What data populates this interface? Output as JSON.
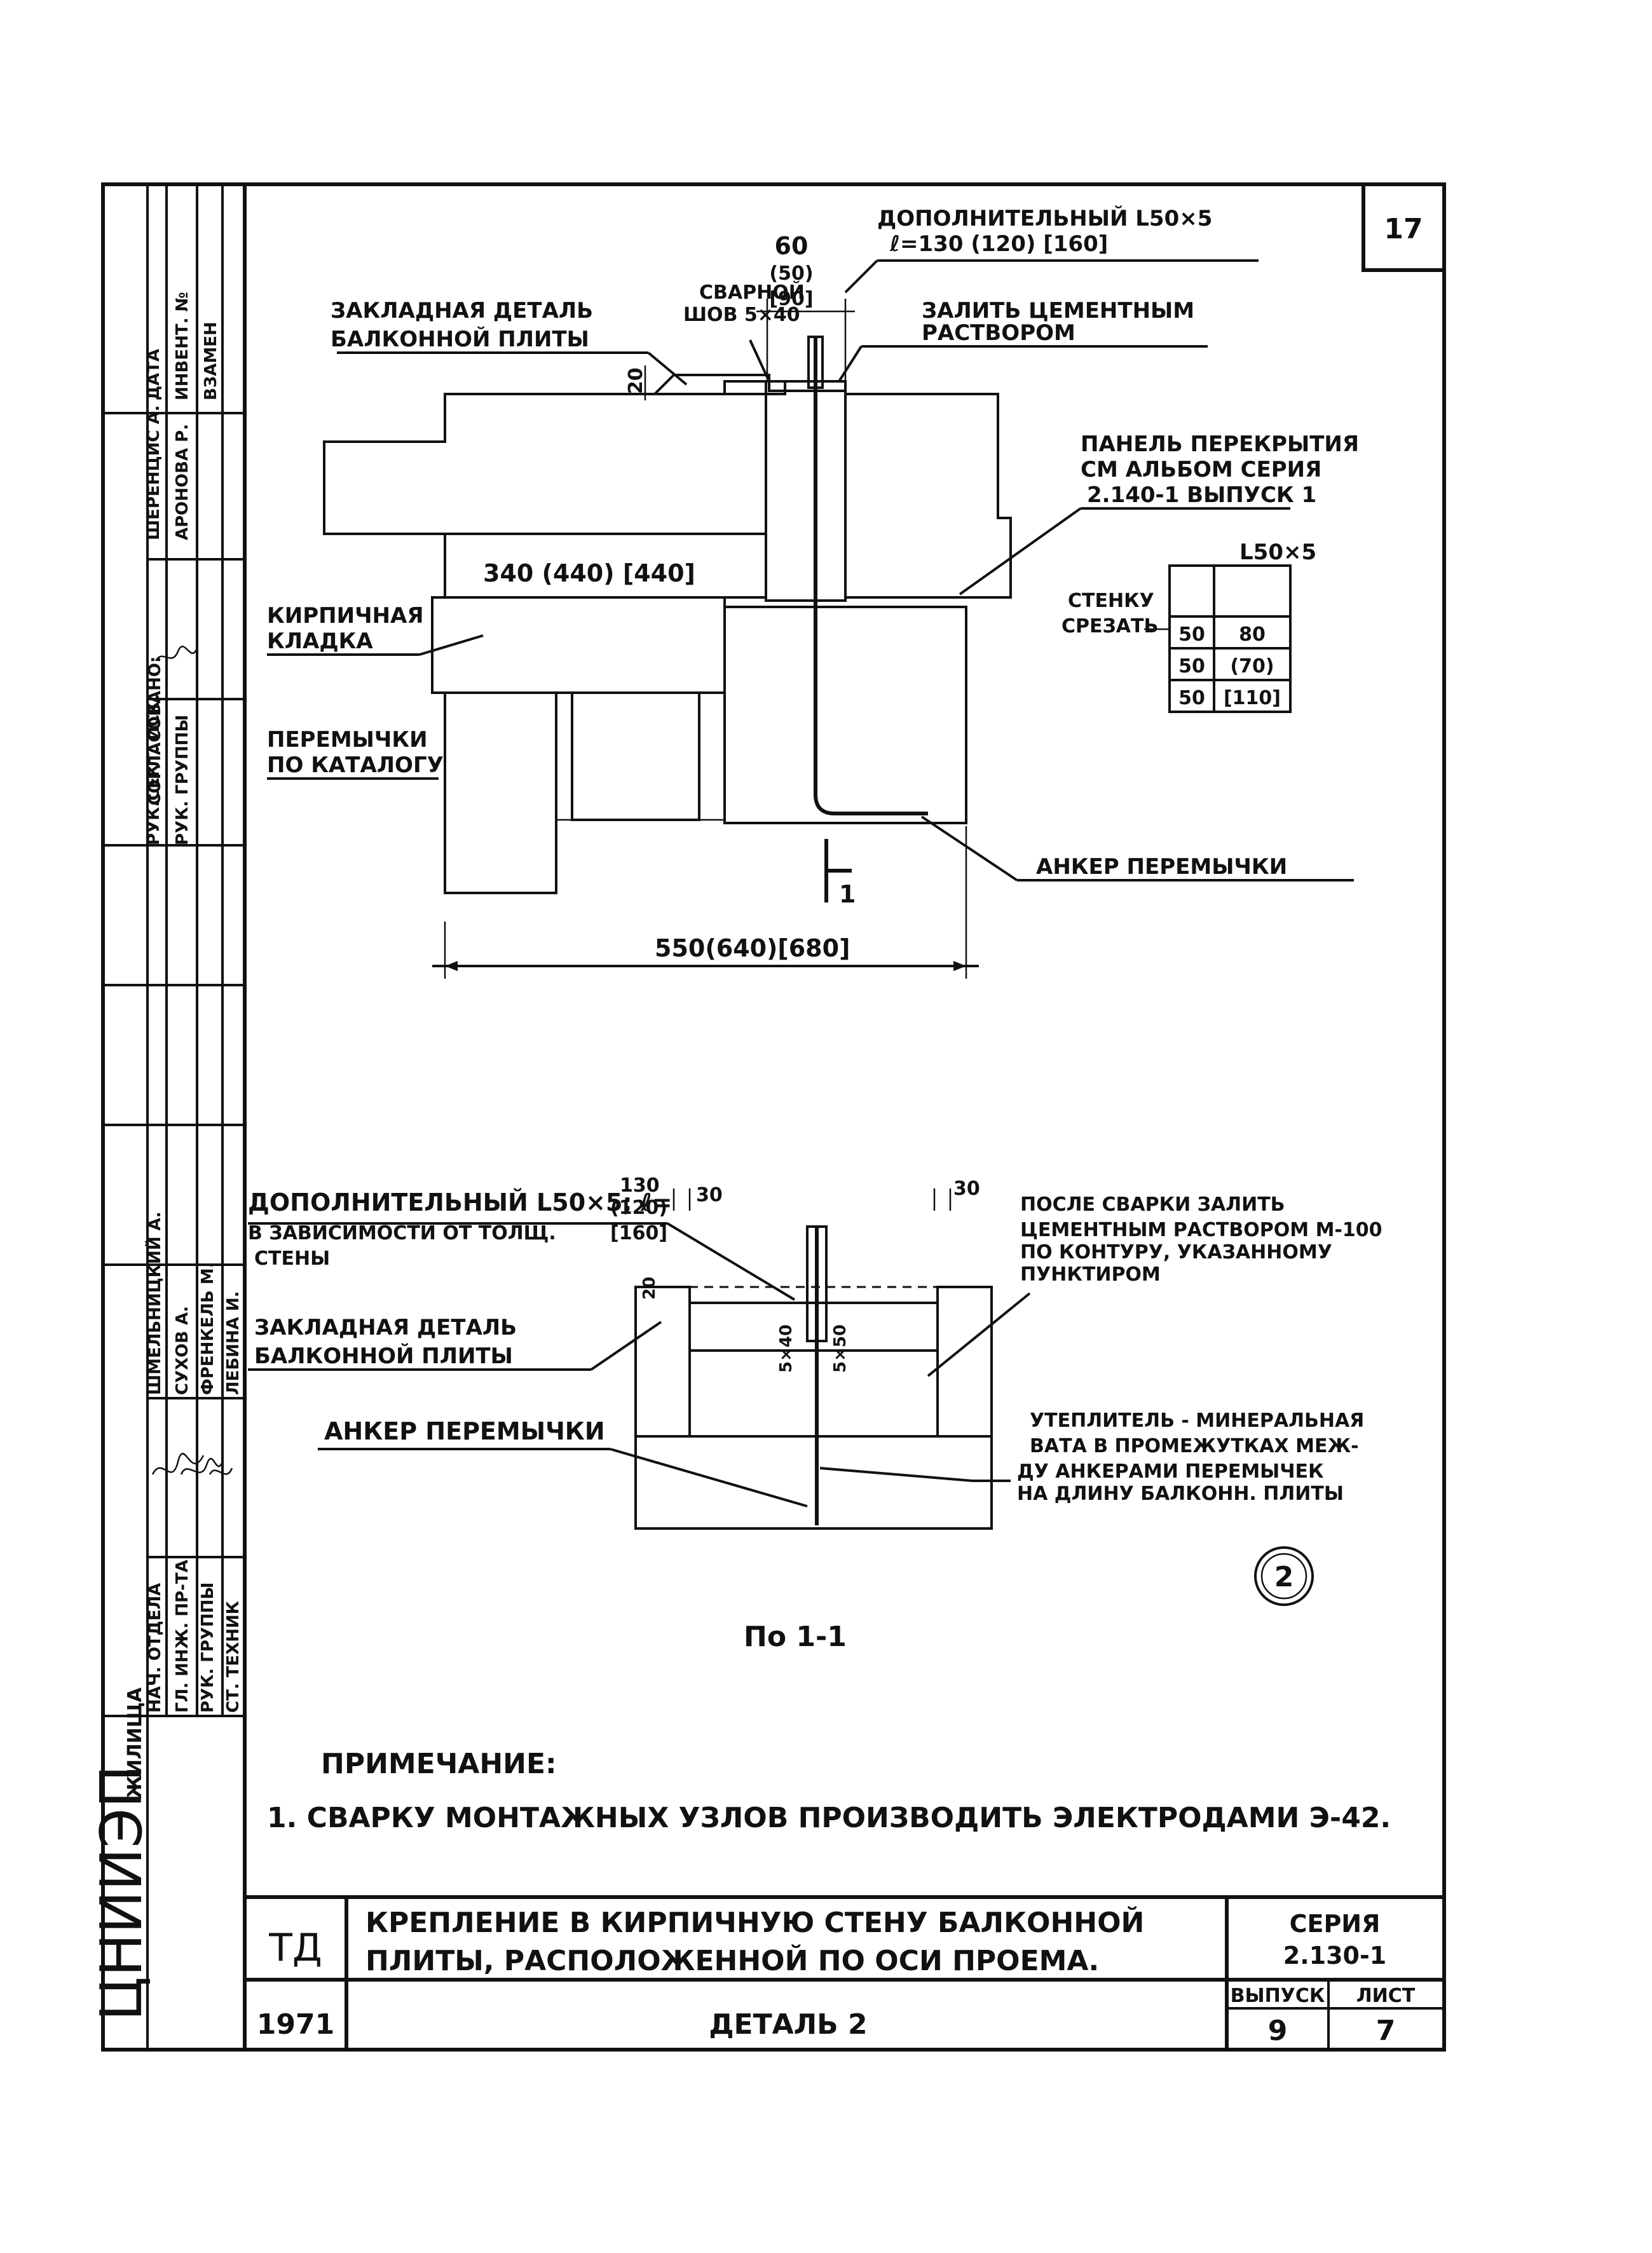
{
  "sheet": {
    "sheet_number": "17",
    "org": "ЦНИИЭП",
    "org_sub": "ЖИЛИЩА"
  },
  "stamp": {
    "approved_title": "СОГЛАСОВАНО:",
    "approved_rows": [
      {
        "role": "РУК.СЕКТ. ИСК.",
        "name": "ШЕРЕНЦИС А."
      },
      {
        "role": "РУК. ГРУППЫ",
        "name": "АРОНОВА Р."
      }
    ],
    "side_headers": [
      "ДАТА",
      "ИНВЕНТ. №",
      "ВЗАМЕН"
    ],
    "signers": [
      {
        "role": "НАЧ. ОТДЕЛА",
        "name": "ШМЕЛЬНИЦКИЙ А."
      },
      {
        "role": "ГЛ. ИНЖ. ПР-ТА",
        "name": "СУХОВ А."
      },
      {
        "role": "РУК. ГРУППЫ",
        "name": "ФРЕНКЕЛЬ М."
      },
      {
        "role": "СТ. ТЕХНИК",
        "name": "ЛЕБИНА И."
      }
    ]
  },
  "detail_top": {
    "dim_60": "60",
    "dim_50": "(50)",
    "dim_90": "[90]",
    "dim_20": "20",
    "label_additional": "ДОПОЛНИТЕЛЬНЫЙ L50×5",
    "label_additional_len": "ℓ=130 (120) [160]",
    "label_weld": "СВАРНОЙ",
    "label_weld2": "ШОВ 5×40",
    "label_embedded": "ЗАКЛАДНАЯ ДЕТАЛЬ",
    "label_embedded2": "БАЛКОННОЙ ПЛИТЫ",
    "label_pour": "ЗАЛИТЬ ЦЕМЕНТНЫМ",
    "label_pour2": "РАСТВОРОМ",
    "label_panel1": "ПАНЕЛЬ ПЕРЕКРЫТИЯ",
    "label_panel2": "СМ АЛЬБОМ СЕРИЯ",
    "label_panel3": "2.140-1 ВЫПУСК 1",
    "label_masonry1": "КИРПИЧНАЯ",
    "label_masonry2": "КЛАДКА",
    "label_lintels1": "ПЕРЕМЫЧКИ",
    "label_lintels2": "ПО КАТАЛОГУ",
    "dim_340": "340 (440) [440]",
    "dim_550": "550(640)[680]",
    "label_anchor": "АНКЕР ПЕРЕМЫЧКИ",
    "section_mark": "1"
  },
  "table": {
    "header": "L50×5",
    "side1": "СТЕНКУ",
    "side2": "СРЕЗАТЬ",
    "rows": [
      [
        "50",
        "80"
      ],
      [
        "50",
        "(70)"
      ],
      [
        "50",
        "[110]"
      ]
    ]
  },
  "detail_bottom": {
    "label_additional": "ДОПОЛНИТЕЛЬНЫЙ L50×5; ℓ=",
    "len_130": "130",
    "len_120": "(120)",
    "len_160": "[160]",
    "label_depends1": "В ЗАВИСИМОСТИ ОТ ТОЛЩ.",
    "label_depends2": "СТЕНЫ",
    "dim_30a": "30",
    "dim_30b": "30",
    "dim_20": "20",
    "weld_a": "5×40",
    "weld_b": "5×50",
    "label_embedded": "ЗАКЛАДНАЯ   ДЕТАЛЬ",
    "label_embedded2": "БАЛКОННОЙ ПЛИТЫ",
    "label_anchor": "АНКЕР ПЕРЕМЫЧКИ",
    "label_after1": "ПОСЛЕ СВАРКИ ЗАЛИТЬ",
    "label_after2": "ЦЕМЕНТНЫМ РАСТВОРОМ М-100",
    "label_after3": "ПО КОНТУРУ, УКАЗАННОМУ",
    "label_after4": "ПУНКТИРОМ",
    "label_insul1": "УТЕПЛИТЕЛЬ - МИНЕРАЛЬНАЯ",
    "label_insul2": "ВАТА В ПРОМЕЖУТКАХ МЕЖ-",
    "label_insul3": "ДУ АНКЕРАМИ ПЕРЕМЫЧЕК",
    "label_insul4": "НА ДЛИНУ БАЛКОНН. ПЛИТЫ",
    "detail_no": "2",
    "section_title": "По 1-1"
  },
  "notes": {
    "title": "ПРИМЕЧАНИЕ:",
    "item": "1. СВАРКУ МОНТАЖНЫХ УЗЛОВ ПРОИЗВОДИТЬ ЭЛЕКТРОДАМИ Э-42."
  },
  "title_block": {
    "code": "ТД",
    "year": "1971",
    "title1": "КРЕПЛЕНИЕ В КИРПИЧНУЮ СТЕНУ БАЛКОННОЙ",
    "title2": "ПЛИТЫ, РАСПОЛОЖЕННОЙ ПО ОСИ ПРОЕМА.",
    "detail": "ДЕТАЛЬ 2",
    "series_label": "СЕРИЯ",
    "series_value": "2.130-1",
    "issue_label": "ВЫПУСК",
    "issue_value": "9",
    "sheet_label": "ЛИСТ",
    "sheet_value": "7"
  }
}
